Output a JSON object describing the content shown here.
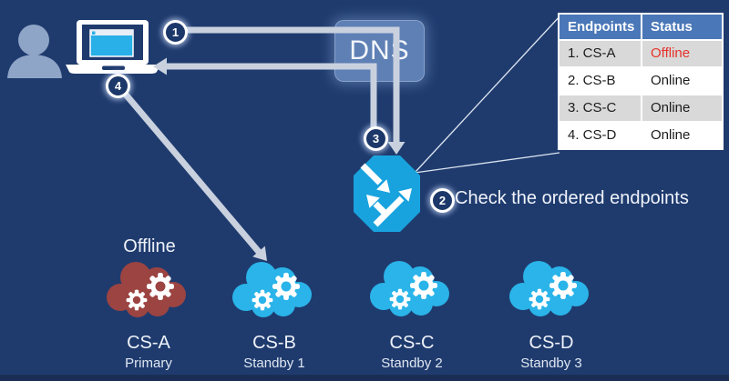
{
  "dns": {
    "label": "DNS"
  },
  "badges": {
    "b1": "1",
    "b2": "2",
    "b3": "3",
    "b4": "4"
  },
  "step2_caption": "Check the ordered endpoints",
  "table": {
    "headers": [
      "Endpoints",
      "Status"
    ],
    "rows": [
      {
        "endpoint": "1. CS-A",
        "status": "Offline"
      },
      {
        "endpoint": "2. CS-B",
        "status": "Online"
      },
      {
        "endpoint": "3. CS-C",
        "status": "Online"
      },
      {
        "endpoint": "4. CS-D",
        "status": "Online"
      }
    ]
  },
  "clouds": [
    {
      "name": "CS-A",
      "role": "Primary",
      "status_label": "Offline",
      "color": "#9c4442"
    },
    {
      "name": "CS-B",
      "role": "Standby 1",
      "status_label": "",
      "color": "#2ab4e9"
    },
    {
      "name": "CS-C",
      "role": "Standby 2",
      "status_label": "",
      "color": "#2ab4e9"
    },
    {
      "name": "CS-D",
      "role": "Standby 3",
      "status_label": "",
      "color": "#2ab4e9"
    }
  ],
  "colors": {
    "background": "#1f3b6e",
    "bottom_strip": "#1a2e55",
    "arrow_gray": "#c9d1df",
    "callout_line": "#dce4f0",
    "dns_box": "#5e80b5",
    "badge_navy": "#1c3769",
    "traffic_manager_blue": "#18a3de",
    "cloud_blue": "#2ab4e9",
    "cloud_red": "#9c4442",
    "person_blue": "#8fa5c7",
    "table_header_blue": "#4a77b8",
    "table_row_alt": "#d9d9d9",
    "offline_red": "#e5332a"
  }
}
